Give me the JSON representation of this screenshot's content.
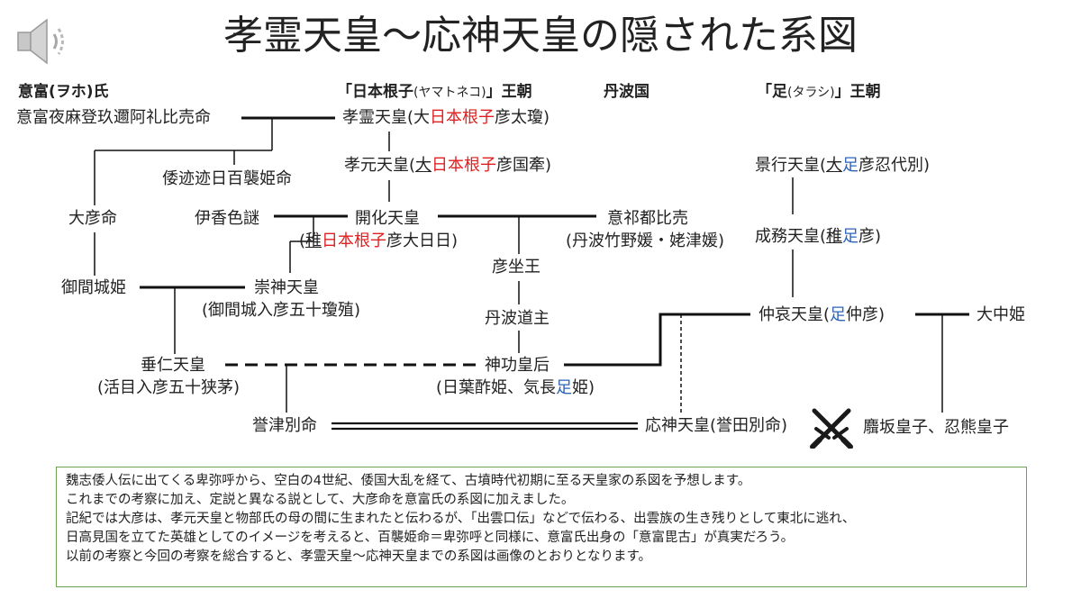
{
  "title": "孝霊天皇〜応神天皇の隠された系図",
  "headers": {
    "ofu": "意富(ヲホ)氏",
    "hinomoto_pre": "「日本根子",
    "hinomoto_kana": "(ヤマトネコ)",
    "hinomoto_post": "」王朝",
    "tanba": "丹波国",
    "tarashi_pre": "「足",
    "tarashi_kana": "(タラシ)",
    "tarashi_post": "」王朝"
  },
  "nodes": {
    "ofuyomaro": "意富夜麻登玖邇阿礼比売命",
    "korei_a": "孝霊天皇(大",
    "korei_b": "日本根子",
    "korei_c": "彦太瓊)",
    "kogen_a": "孝元天皇(",
    "kogen_b": "大",
    "kogen_c": "日本根子",
    "kogen_d": "彦国牽)",
    "yamatoto": "倭迹迹日百襲姫命",
    "ohiko": "大彦命",
    "ikagashiko": "伊香色謎",
    "kaika": "開化天皇",
    "kaika_sub_a": "(",
    "kaika_sub_b": "稚",
    "kaika_sub_c": "日本根子",
    "kaika_sub_d": "彦大日日)",
    "ikitsuhime": "意祁都比売",
    "ikitsuhime_sub": "(丹波竹野媛・姥津媛)",
    "hikoimasu": "彦坐王",
    "tanbamichi": "丹波道主",
    "mimaki": "御間城姫",
    "sujin": "崇神天皇",
    "sujin_sub": "(御間城入彦五十瓊殖)",
    "suinin": "垂仁天皇",
    "suinin_sub": "(活目入彦五十狭茅)",
    "jingu": "神功皇后",
    "jingu_sub_a": "(日葉酢姫、気長",
    "jingu_sub_b": "足",
    "jingu_sub_c": "姫)",
    "homutsu": "誉津別命",
    "ojin": "応神天皇(誉田別命)",
    "keiko_a": "景行天皇(",
    "keiko_b": "大",
    "keiko_c": "足",
    "keiko_d": "彦忍代別)",
    "seimu_a": "成務天皇(",
    "seimu_b": "稚",
    "seimu_c": "足",
    "seimu_d": "彦)",
    "chuai_a": "仲哀天皇(",
    "chuai_b": "足",
    "chuai_c": "仲彦)",
    "onakatsu": "大中姫",
    "kagosaka": "麛坂皇子、忍熊皇子"
  },
  "note": [
    "魏志倭人伝に出てくる卑弥呼から、空白の4世紀、倭国大乱を経て、古墳時代初期に至る天皇家の系図を予想します。",
    "これまでの考察に加え、定説と異なる説として、大彦命を意富氏の系図に加えました。",
    "記紀では大彦は、孝元天皇と物部氏の母の間に生まれたと伝わるが、「出雲口伝」などで伝わる、出雲族の生き残りとして東北に逃れ、",
    "日高見国を立てた英雄としてのイメージを考えると、百襲姫命＝卑弥呼と同様に、意富氏出身の「意富毘古」が真実だろう。",
    "以前の考察と今回の考察を総合すると、孝霊天皇〜応神天皇までの系図は画像のとおりとなります。"
  ],
  "icons": {
    "speaker": "speaker-icon",
    "swords": "crossed-swords-icon"
  },
  "colors": {
    "accent_red": "#e02020",
    "accent_blue": "#2e64b8",
    "note_border": "#6fa552"
  }
}
